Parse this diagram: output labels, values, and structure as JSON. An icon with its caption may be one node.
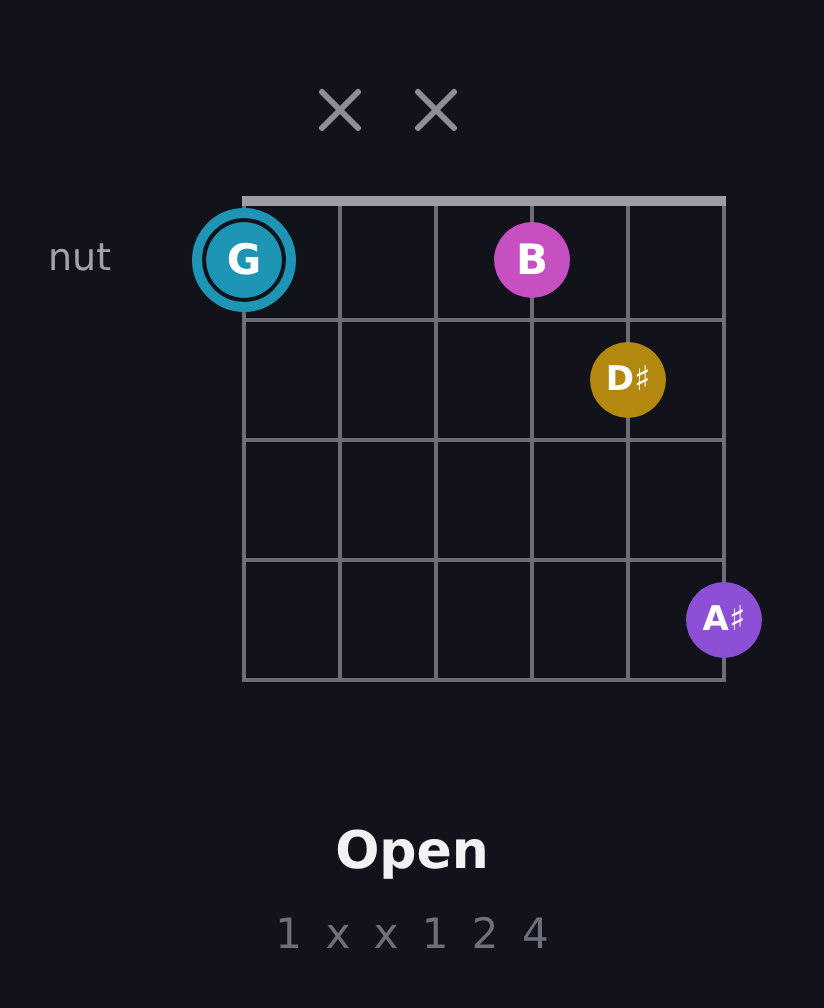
{
  "diagram": {
    "title": "Open",
    "caption": "1 x x 1 2 4",
    "nodes": [
      {
        "text": [
          "G"
        ]
      },
      {
        "text": [
          "B"
        ]
      },
      {
        "text": [
          "D♯"
        ]
      },
      {
        "text": [
          "A♯"
        ]
      }
    ],
    "labels": [
      "nut"
    ]
  }
}
